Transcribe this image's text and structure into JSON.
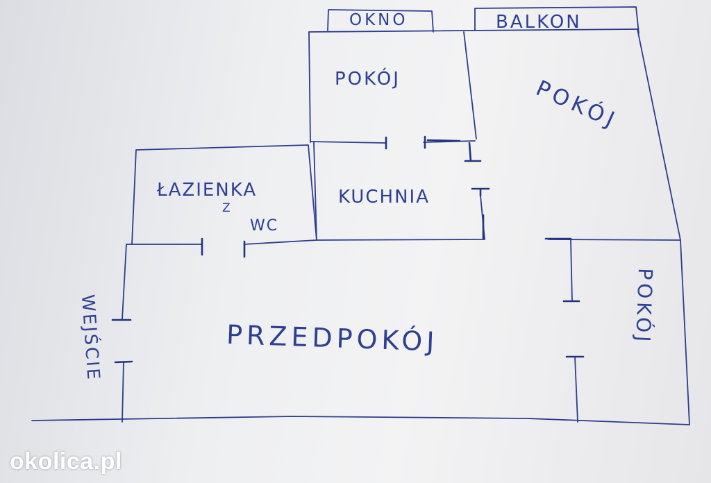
{
  "labels": {
    "window": "OKNO",
    "balcony": "BALKON",
    "room_top": "POKÓJ",
    "room_right_top": "POKÓJ",
    "bathroom": "ŁAZIENKA",
    "bathroom_z": "Z",
    "bathroom_wc": "WC",
    "kitchen": "KUCHNIA",
    "hallway": "PRZEDPOKÓJ",
    "entrance": "WEJŚCIE",
    "room_right_bottom": "POKÓJ"
  },
  "watermark": "okolica.pl",
  "colors": {
    "ink": "#2c3c8c",
    "paper": "#f0f0f2",
    "watermark": "#ffffff"
  }
}
